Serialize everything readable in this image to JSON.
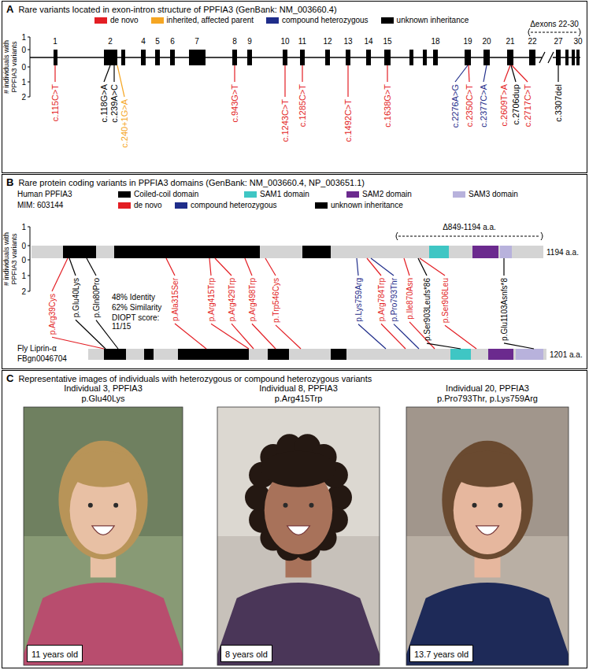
{
  "diagram": {
    "nodes": [
      {
        "text": [
          "A",
          "Rare variants located in exon-intron structure of PPFIA3 (GenBank: NM_003660.4)"
        ]
      },
      {
        "text": [
          "B",
          "Rare protein coding variants in PPFIA3 domains (GenBank: NM_003660.4, NP_003651.1)"
        ]
      },
      {
        "text": [
          "C",
          "Representative images of individuals with heterozygous or compound heterozygous variants"
        ]
      },
      {
        "text": [
          "Individual 3, PPFIA3",
          "p.Glu40Lys"
        ],
        "in": 2
      },
      {
        "text": [
          "11 years old"
        ],
        "in": 3
      },
      {
        "text": [
          "Individual 8, PPFIA3",
          "p.Arg415Trp"
        ],
        "in": 2
      },
      {
        "text": [
          "8 years old"
        ],
        "in": 5
      },
      {
        "text": [
          "Individual 20, PPFIA3",
          "p.Pro793Thr, p.Lys759Arg"
        ],
        "in": 2
      },
      {
        "text": [
          "13.7 years old"
        ],
        "in": 7
      }
    ],
    "labels": [
      "# individuals with PPFIA3 variants",
      "1",
      "0",
      "0",
      "1",
      "2",
      "1",
      "2",
      "4",
      "5",
      "6",
      "7",
      "8",
      "9",
      "10",
      "11",
      "12",
      "13",
      "14",
      "15",
      "18",
      "19",
      "20",
      "21",
      "22",
      "27",
      "30",
      "Δexons 22-30",
      "c.115C>T",
      "c.118G>A",
      "c.239A>C",
      "c.240+1G>A",
      "c.943G>T",
      "c.1243C>T",
      "c.1285C>T",
      "c.1492C>T",
      "c.1638G>T",
      "c.2276A>G",
      "c.2350C>T",
      "c.2377C>A",
      "c.2609T>A",
      "c.2706dup",
      "c.2717C>T",
      "c.3307del",
      "Human PPFIA3",
      "MIM: 603144",
      "# individuals with PPFIA3 variants",
      "1",
      "0",
      "0",
      "1",
      "2",
      "Δ849-1194 a.a.",
      "1194 a.a.",
      "p.Arg39Cys",
      "p.Glu40Lys",
      "p.Gln80Pro",
      "p.Ala315Ser",
      "p.Arg415Trp",
      "p.Arg429Trp",
      "p.Arg498Trp",
      "p.Trp546Cys",
      "p.Lys759Arg",
      "p.Arg784Trp",
      "p.Pro793Thr",
      "p.Ile870Asn",
      "p.Ser903Leufs*86",
      "p.Ser906Leu",
      "p.Glu1103Asnfs*8",
      "48% Identity",
      "62% Similarity",
      "DIOPT score: 11/15",
      "Fly Liprin-α",
      "FBgn0046704",
      "1201 a.a."
    ],
    "legend": [
      {
        "text": "de novo",
        "color": "#e31e24"
      },
      {
        "text": "inherited, affected parent",
        "color": "#f5a623"
      },
      {
        "text": "compound heterozygous",
        "color": "#1f2d8a"
      },
      {
        "text": "unknown inheritance",
        "color": "#000000"
      },
      {
        "text": "Coiled-coil domain",
        "color": "#000000"
      },
      {
        "text": "SAM1 domain",
        "color": "#3fc6c4"
      },
      {
        "text": "SAM2 domain",
        "color": "#6b2a8e"
      },
      {
        "text": "SAM3 domain",
        "color": "#b8b2dc"
      },
      {
        "text": "de novo",
        "color": "#e31e24"
      },
      {
        "text": "compound heterozygous",
        "color": "#1f2d8a"
      },
      {
        "text": "unknown inheritance",
        "color": "#000000"
      }
    ]
  }
}
